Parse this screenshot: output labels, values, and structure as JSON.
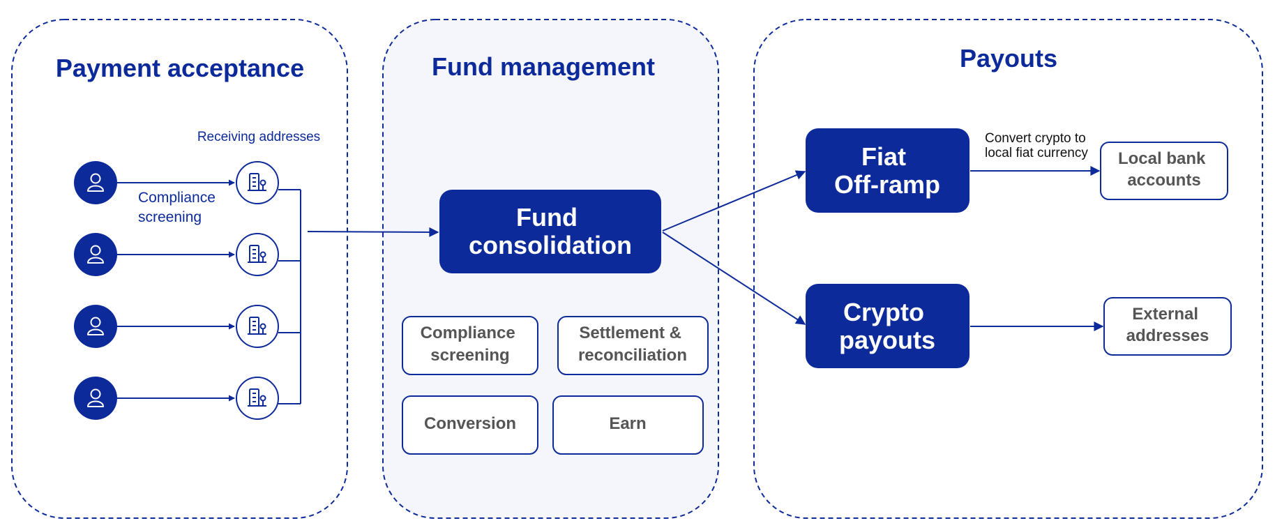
{
  "colors": {
    "primary": "#0c2a9a",
    "panel_bg": "#f5f6fc",
    "box_text": "#555555",
    "white": "#ffffff"
  },
  "payment_acceptance": {
    "title": "Payment acceptance",
    "receiving_label": "Receiving addresses",
    "compliance_line1": "Compliance",
    "compliance_line2": "screening",
    "rows": [
      {
        "user_icon": "user-icon",
        "address_icon": "building-icon"
      },
      {
        "user_icon": "user-icon",
        "address_icon": "building-icon"
      },
      {
        "user_icon": "user-icon",
        "address_icon": "building-icon"
      },
      {
        "user_icon": "user-icon",
        "address_icon": "building-icon"
      }
    ]
  },
  "fund_management": {
    "title": "Fund management",
    "consolidation_line1": "Fund",
    "consolidation_line2": "consolidation",
    "compliance_line1": "Compliance",
    "compliance_line2": "screening",
    "settlement_line1": "Settlement &",
    "settlement_line2": "reconciliation",
    "conversion": "Conversion",
    "earn": "Earn"
  },
  "payouts": {
    "title": "Payouts",
    "fiat_line1": "Fiat",
    "fiat_line2": "Off-ramp",
    "crypto_line1": "Crypto",
    "crypto_line2": "payouts",
    "convert_line1": "Convert crypto to",
    "convert_line2": "local fiat currency",
    "bank_line1": "Local bank",
    "bank_line2": "accounts",
    "external_line1": "External",
    "external_line2": "addresses"
  }
}
